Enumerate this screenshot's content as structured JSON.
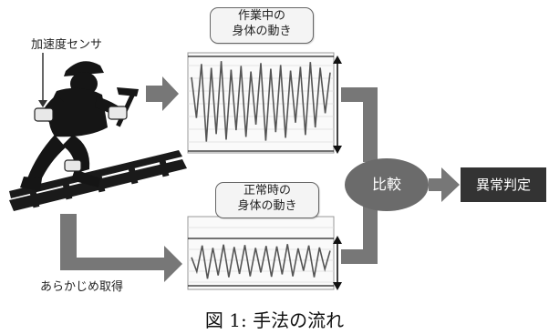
{
  "sensor_label": "加速度センサ",
  "working_callout": {
    "line1": "作業中の",
    "line2": "身体の動き"
  },
  "normal_callout": {
    "line1": "正常時の",
    "line2": "身体の動き"
  },
  "pre_acquire_label": "あらかじめ取得",
  "compare_label": "比較",
  "result_label": "異常判定",
  "caption": "図 1: 手法の流れ",
  "colors": {
    "arrow_gray": "#777777",
    "ellipse_gray": "#6b6b6b",
    "result_box": "#333333",
    "signal": "#555555"
  },
  "working_signal": [
    0.78,
    0.35,
    0.92,
    0.1,
    0.88,
    0.18,
    0.95,
    0.12,
    0.86,
    0.22,
    0.9,
    0.15,
    0.84,
    0.28,
    0.93,
    0.11,
    0.87,
    0.2,
    0.91,
    0.14,
    0.85,
    0.3,
    0.89,
    0.17,
    0.94,
    0.25,
    0.88,
    0.4,
    0.83
  ],
  "normal_signal": [
    0.6,
    0.3,
    0.85,
    0.15,
    0.8,
    0.22,
    0.87,
    0.18,
    0.82,
    0.25,
    0.86,
    0.2,
    0.8,
    0.28,
    0.84,
    0.19,
    0.83,
    0.24,
    0.88,
    0.2,
    0.79,
    0.32,
    0.85,
    0.18,
    0.81,
    0.35,
    0.74
  ]
}
